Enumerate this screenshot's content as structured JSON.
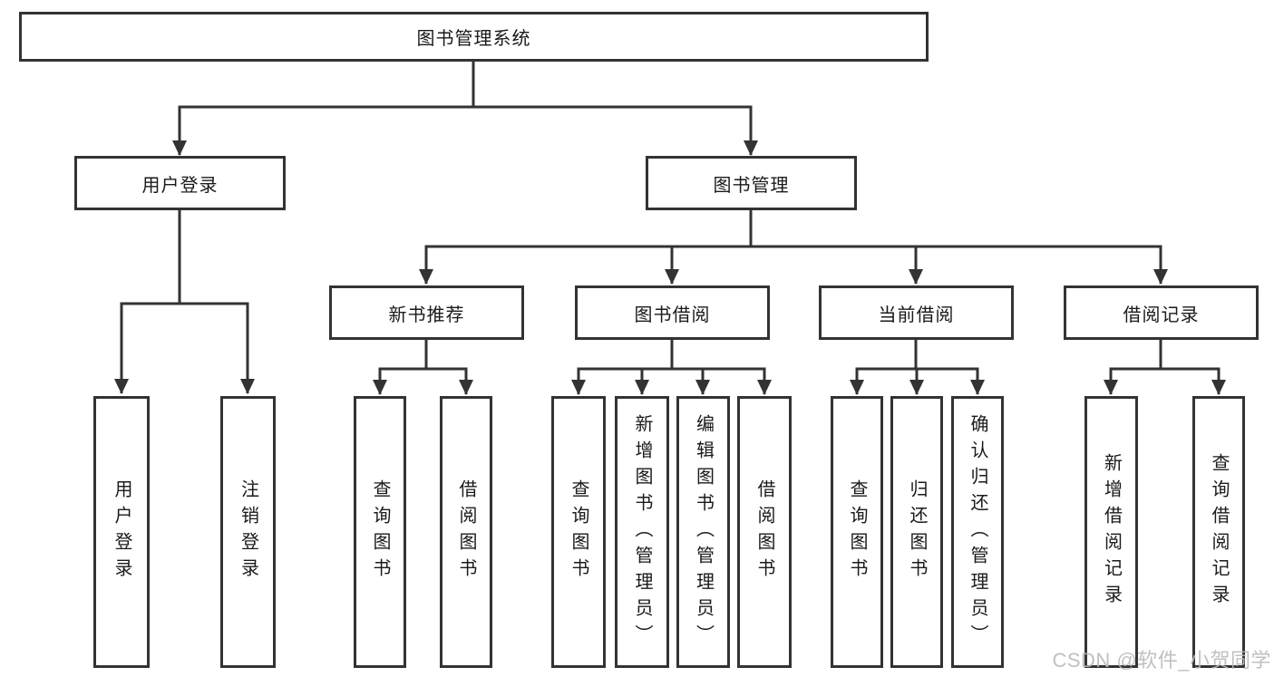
{
  "root": {
    "label": "图书管理系统"
  },
  "branches": {
    "user_login": {
      "label": "用户登录",
      "children": [
        "用户登录",
        "注销登录"
      ]
    },
    "book_mgmt": {
      "label": "图书管理"
    },
    "new_book_rec": {
      "label": "新书推荐",
      "children": [
        "查询图书",
        "借阅图书"
      ]
    },
    "book_borrow": {
      "label": "图书借阅",
      "children": [
        "查询图书",
        "新增图书（管理员）",
        "编辑图书（管理员）",
        "借阅图书"
      ]
    },
    "current_borrow": {
      "label": "当前借阅",
      "children": [
        "查询图书",
        "归还图书",
        "确认归还（管理员）"
      ]
    },
    "borrow_records": {
      "label": "借阅记录",
      "children": [
        "新增借阅记录",
        "查询借阅记录"
      ]
    }
  },
  "watermark": {
    "text": "CSDN @软件_小贺同学"
  },
  "colors": {
    "line": "#333333",
    "text": "#1a1a1a",
    "watermark": "#b9b9b9",
    "background": "#ffffff"
  }
}
